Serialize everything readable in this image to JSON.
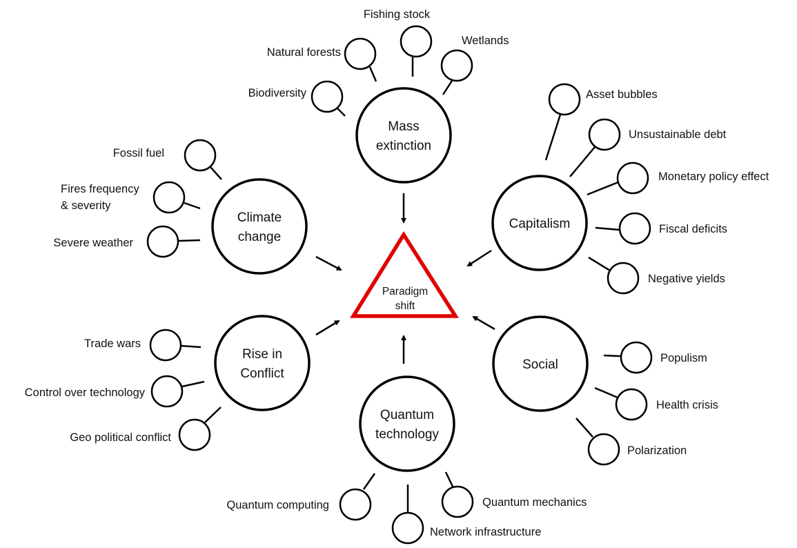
{
  "center": {
    "lines": [
      "Paradigm",
      "shift"
    ],
    "color": "#e00000"
  },
  "hubs": [
    {
      "id": "mass-extinction",
      "lines": [
        "Mass",
        "extinction"
      ],
      "factors": [
        [
          "Biodiversity"
        ],
        [
          "Natural forests"
        ],
        [
          "Fishing stock"
        ],
        [
          "Wetlands"
        ]
      ]
    },
    {
      "id": "capitalism",
      "lines": [
        "Capitalism"
      ],
      "factors": [
        [
          "Asset bubbles"
        ],
        [
          "Unsustainable debt"
        ],
        [
          "Monetary policy effect"
        ],
        [
          "Fiscal deficits"
        ],
        [
          "Negative yields"
        ]
      ]
    },
    {
      "id": "climate-change",
      "lines": [
        "Climate",
        "change"
      ],
      "factors": [
        [
          "Fossil fuel"
        ],
        [
          "Fires frequency",
          "& severity"
        ],
        [
          "Severe weather"
        ]
      ]
    },
    {
      "id": "rise-in-conflict",
      "lines": [
        "Rise in",
        "Conflict"
      ],
      "factors": [
        [
          "Trade wars"
        ],
        [
          "Control over technology"
        ],
        [
          "Geo political conflict"
        ]
      ]
    },
    {
      "id": "social",
      "lines": [
        "Social"
      ],
      "factors": [
        [
          "Populism"
        ],
        [
          "Health crisis"
        ],
        [
          "Polarization"
        ]
      ]
    },
    {
      "id": "quantum-technology",
      "lines": [
        "Quantum",
        "technology"
      ],
      "factors": [
        [
          "Quantum computing"
        ],
        [
          "Network infrastructure"
        ],
        [
          "Quantum mechanics"
        ]
      ]
    }
  ]
}
